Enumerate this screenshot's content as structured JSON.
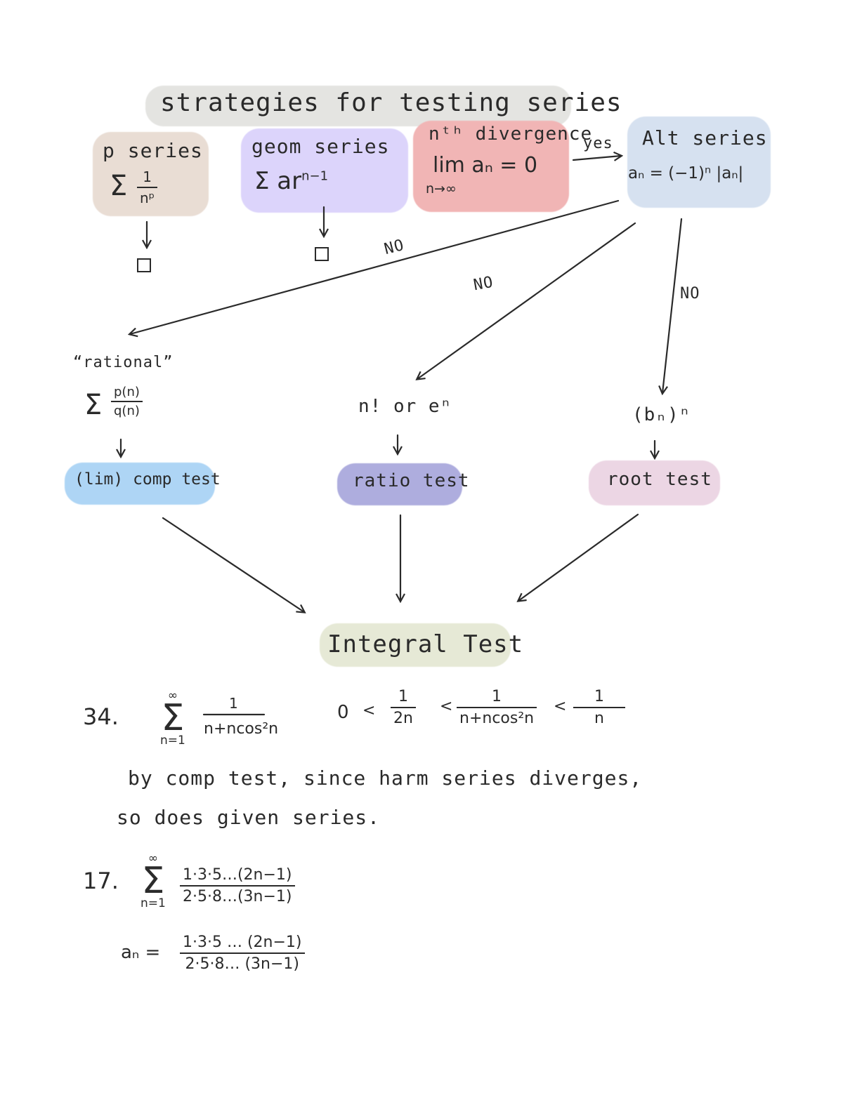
{
  "title": "strategies for testing series",
  "nodes": {
    "p_series": {
      "label": "p series",
      "sigma": "Σ",
      "num": "1",
      "den": "nᵖ"
    },
    "geom_series": {
      "label": "geom series",
      "formula": "Σ ar",
      "exp": "n−1"
    },
    "nth_divergence": {
      "label": "nᵗʰ divergence",
      "lim": "lim aₙ = 0",
      "sub": "n→∞"
    },
    "alt_series": {
      "label": "Alt series",
      "formula": "aₙ = (−1)ⁿ |aₙ|"
    },
    "rational": {
      "label": "“rational”",
      "sigma": "Σ",
      "num": "p(n)",
      "den": "q(n)"
    },
    "factorial": {
      "label": "n! or eⁿ"
    },
    "power": {
      "label": "(bₙ)ⁿ"
    },
    "comp_test": {
      "label": "(lim) comp test"
    },
    "ratio_test": {
      "label": "ratio test"
    },
    "root_test": {
      "label": "root test"
    },
    "integral_test": {
      "label": "Integral Test"
    }
  },
  "edge_labels": {
    "yes": "yes",
    "no1": "NO",
    "no2": "NO",
    "no3": "NO"
  },
  "problem34": {
    "number": "34.",
    "sigma_top": "∞",
    "sigma_bottom": "n=1",
    "num": "1",
    "den": "n+ncos²n",
    "zero": "0",
    "lt": "<",
    "f1_num": "1",
    "f1_den": "2n",
    "f2_num": "1",
    "f2_den": "n+ncos²n",
    "f3_num": "1",
    "f3_den": "n",
    "line1": "by comp test, since harm series diverges,",
    "line2": "so does given series."
  },
  "problem17": {
    "number": "17.",
    "sigma_top": "∞",
    "sigma_bottom": "n=1",
    "num": "1·3·5…(2n−1)",
    "den": "2·5·8…(3n−1)",
    "an_label": "aₙ =",
    "an_num": "1·3·5 … (2n−1)",
    "an_den": "2·5·8… (3n−1)"
  },
  "colors": {
    "title_bg": "#e4e4e1",
    "p_series_bg": "#e9ddd4",
    "geom_bg": "#dcd4fb",
    "nth_bg": "#f1b5b5",
    "alt_bg": "#d6e1f0",
    "comp_bg": "#aed5f5",
    "ratio_bg": "#aeadde",
    "root_bg": "#ecd6e4",
    "integral_bg": "#e6e9d6"
  }
}
